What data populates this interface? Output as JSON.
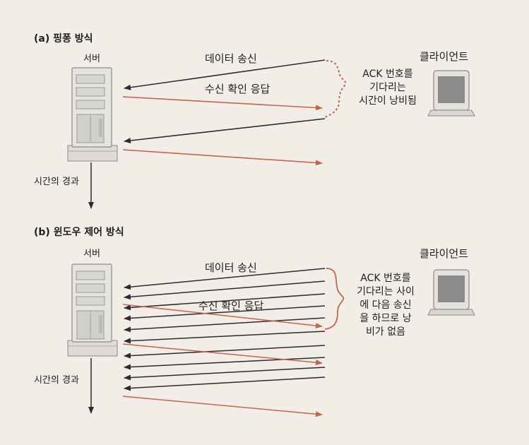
{
  "colors": {
    "data_arrow": "#2b2b33",
    "ack_arrow": "#c0664a",
    "bracket": "#c0664a"
  },
  "icons": {
    "server": "server-tower-icon",
    "client": "monitor-icon"
  },
  "section_a": {
    "title": "(a) 핑퐁 방식",
    "server_label": "서버",
    "client_label": "클라이언트",
    "data_label": "데이터 송신",
    "ack_label": "수신 확인 응답",
    "note_lines": [
      "ACK 번호를",
      "기다리는",
      "시간이 낭비됨"
    ],
    "time_label": "시간의 경과"
  },
  "section_b": {
    "title": "(b) 윈도우 제어 방식",
    "server_label": "서버",
    "client_label": "클라이언트",
    "data_label": "데이터 송신",
    "ack_label": "수신 확인 응답",
    "note_lines": [
      "ACK 번호를",
      "기다리는 사이",
      "에 다음 송신",
      "을 하므로 낭",
      "비가 없음"
    ],
    "time_label": "시간의 경과"
  }
}
